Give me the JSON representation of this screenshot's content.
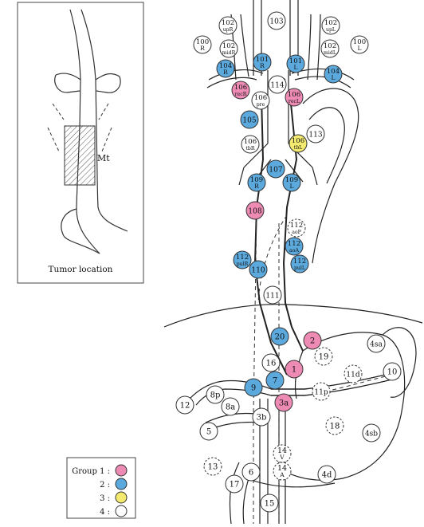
{
  "inset": {
    "tumor_label": "Mt",
    "caption": "Tumor location"
  },
  "legend": {
    "title": "Group 1 :",
    "rows": [
      {
        "label": "Group 1 :",
        "color": "#ee8bb5"
      },
      {
        "label": "2 :",
        "color": "#5ba9dd"
      },
      {
        "label": "3 :",
        "color": "#f3ea6f"
      },
      {
        "label": "4 :",
        "color": "#ffffff"
      }
    ]
  },
  "colors": {
    "group1": "#ee8bb5",
    "group2": "#5ba9dd",
    "group3": "#f3ea6f",
    "group4": "#ffffff",
    "line": "#222222"
  },
  "nodes": [
    {
      "id": "n102upR",
      "l1": "102",
      "l2": "upR",
      "group": 4,
      "dashed": false
    },
    {
      "id": "n103",
      "l1": "103",
      "l2": "",
      "group": 4,
      "dashed": false
    },
    {
      "id": "n102upL",
      "l1": "102",
      "l2": "upL",
      "group": 4,
      "dashed": false
    },
    {
      "id": "n100R",
      "l1": "100",
      "l2": "R",
      "group": 4,
      "dashed": false
    },
    {
      "id": "n102midR",
      "l1": "102",
      "l2": "midR",
      "group": 4,
      "dashed": false
    },
    {
      "id": "n102midL",
      "l1": "102",
      "l2": "midL",
      "group": 4,
      "dashed": false
    },
    {
      "id": "n100L",
      "l1": "100",
      "l2": "L",
      "group": 4,
      "dashed": false
    },
    {
      "id": "n104R",
      "l1": "104",
      "l2": "R",
      "group": 2,
      "dashed": false
    },
    {
      "id": "n101R",
      "l1": "101",
      "l2": "R",
      "group": 2,
      "dashed": false
    },
    {
      "id": "n101L",
      "l1": "101",
      "l2": "L",
      "group": 2,
      "dashed": false
    },
    {
      "id": "n104L",
      "l1": "104",
      "l2": "L",
      "group": 2,
      "dashed": false
    },
    {
      "id": "n106recR",
      "l1": "106",
      "l2": "recR",
      "group": 1,
      "dashed": false
    },
    {
      "id": "n114",
      "l1": "114",
      "l2": "",
      "group": 4,
      "dashed": false
    },
    {
      "id": "n106recL",
      "l1": "106",
      "l2": "recL",
      "group": 1,
      "dashed": false
    },
    {
      "id": "n106pre",
      "l1": "106",
      "l2": "pre",
      "group": 4,
      "dashed": false
    },
    {
      "id": "n105",
      "l1": "105",
      "l2": "",
      "group": 2,
      "dashed": false
    },
    {
      "id": "n106tbL",
      "l1": "106",
      "l2": "tbL",
      "group": 3,
      "dashed": false
    },
    {
      "id": "n113",
      "l1": "113",
      "l2": "",
      "group": 4,
      "dashed": false
    },
    {
      "id": "n106tbR",
      "l1": "106",
      "l2": "tbR",
      "group": 4,
      "dashed": false
    },
    {
      "id": "n107",
      "l1": "107",
      "l2": "",
      "group": 2,
      "dashed": false
    },
    {
      "id": "n109R",
      "l1": "109",
      "l2": "R",
      "group": 2,
      "dashed": false
    },
    {
      "id": "n109L",
      "l1": "109",
      "l2": "L",
      "group": 2,
      "dashed": false
    },
    {
      "id": "n108",
      "l1": "108",
      "l2": "",
      "group": 1,
      "dashed": false
    },
    {
      "id": "n112aoP",
      "l1": "112",
      "l2": "aoP",
      "group": 4,
      "dashed": true
    },
    {
      "id": "n112aoA",
      "l1": "112",
      "l2": "aoA",
      "group": 2,
      "dashed": false
    },
    {
      "id": "n112pulR",
      "l1": "112",
      "l2": "pulR",
      "group": 2,
      "dashed": false
    },
    {
      "id": "n112pulL",
      "l1": "112",
      "l2": "pulL",
      "group": 2,
      "dashed": false
    },
    {
      "id": "n110",
      "l1": "110",
      "l2": "",
      "group": 2,
      "dashed": false
    },
    {
      "id": "n111",
      "l1": "111",
      "l2": "",
      "group": 4,
      "dashed": false
    },
    {
      "id": "n20",
      "l1": "20",
      "l2": "",
      "group": 2,
      "dashed": false
    },
    {
      "id": "n2",
      "l1": "2",
      "l2": "",
      "group": 1,
      "dashed": false
    },
    {
      "id": "n4sa",
      "l1": "4sa",
      "l2": "",
      "group": 4,
      "dashed": false
    },
    {
      "id": "n19",
      "l1": "19",
      "l2": "",
      "group": 4,
      "dashed": true
    },
    {
      "id": "n16",
      "l1": "16",
      "l2": "",
      "group": 4,
      "dashed": false
    },
    {
      "id": "n1",
      "l1": "1",
      "l2": "",
      "group": 1,
      "dashed": false
    },
    {
      "id": "n11d",
      "l1": "11d",
      "l2": "",
      "group": 4,
      "dashed": true
    },
    {
      "id": "n10",
      "l1": "10",
      "l2": "",
      "group": 4,
      "dashed": false
    },
    {
      "id": "n9",
      "l1": "9",
      "l2": "",
      "group": 2,
      "dashed": false
    },
    {
      "id": "n7",
      "l1": "7",
      "l2": "",
      "group": 2,
      "dashed": false
    },
    {
      "id": "n8p",
      "l1": "8p",
      "l2": "",
      "group": 4,
      "dashed": false
    },
    {
      "id": "n11p",
      "l1": "11p",
      "l2": "",
      "group": 4,
      "dashed": true
    },
    {
      "id": "n12",
      "l1": "12",
      "l2": "",
      "group": 4,
      "dashed": false
    },
    {
      "id": "n8a",
      "l1": "8a",
      "l2": "",
      "group": 4,
      "dashed": false
    },
    {
      "id": "n3a",
      "l1": "3a",
      "l2": "",
      "group": 1,
      "dashed": false
    },
    {
      "id": "n3b",
      "l1": "3b",
      "l2": "",
      "group": 4,
      "dashed": false
    },
    {
      "id": "n18",
      "l1": "18",
      "l2": "",
      "group": 4,
      "dashed": true
    },
    {
      "id": "n5",
      "l1": "5",
      "l2": "",
      "group": 4,
      "dashed": false
    },
    {
      "id": "n4sb",
      "l1": "4sb",
      "l2": "",
      "group": 4,
      "dashed": false
    },
    {
      "id": "n14V",
      "l1": "14",
      "l2": "V",
      "group": 4,
      "dashed": true
    },
    {
      "id": "n13",
      "l1": "13",
      "l2": "",
      "group": 4,
      "dashed": true
    },
    {
      "id": "n6",
      "l1": "6",
      "l2": "",
      "group": 4,
      "dashed": false
    },
    {
      "id": "n14A",
      "l1": "14",
      "l2": "A",
      "group": 4,
      "dashed": true
    },
    {
      "id": "n4d",
      "l1": "4d",
      "l2": "",
      "group": 4,
      "dashed": false
    },
    {
      "id": "n17",
      "l1": "17",
      "l2": "",
      "group": 4,
      "dashed": false
    },
    {
      "id": "n15",
      "l1": "15",
      "l2": "",
      "group": 4,
      "dashed": false
    }
  ]
}
